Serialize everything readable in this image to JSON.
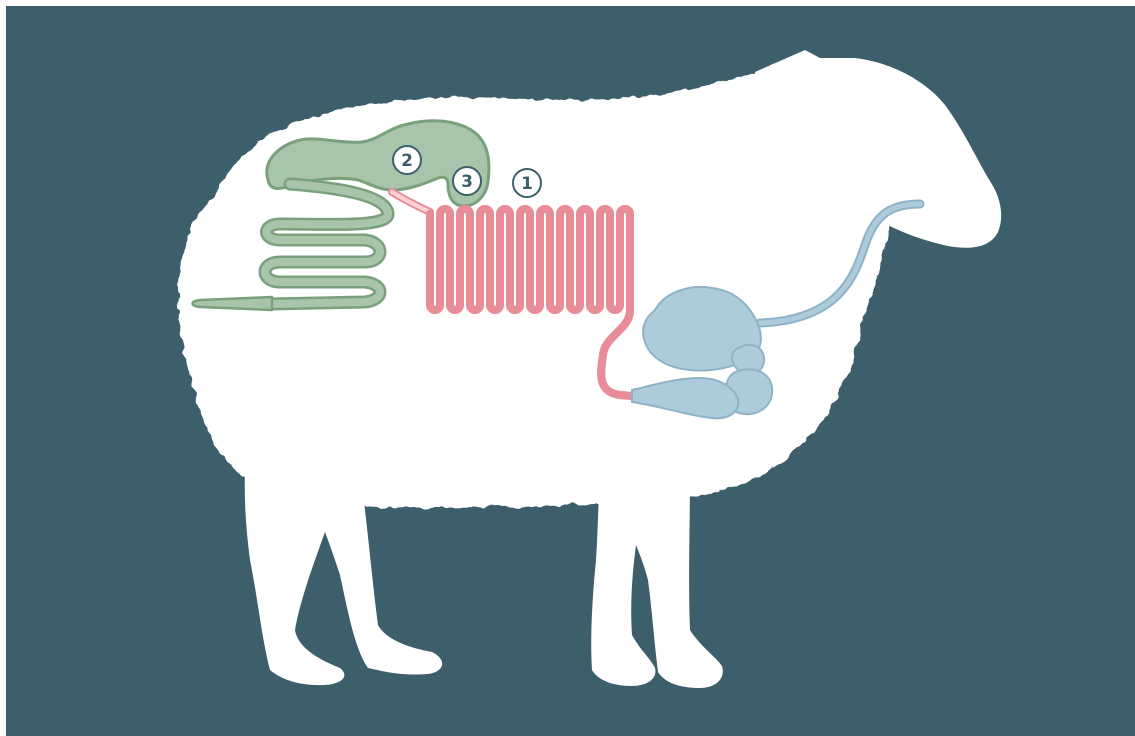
{
  "colors": {
    "background": "#3d5e6b",
    "silhouette": "#ffffff",
    "small_intestine_fill": "#ffd3d8",
    "small_intestine_stroke": "#e88d98",
    "large_intestine_fill": "#a8c4aa",
    "large_intestine_stroke": "#7aa07e",
    "stomach_fill": "#adccdb",
    "stomach_stroke": "#8fb3c6",
    "marker_stroke": "#3d5e6b"
  },
  "markers": {
    "m1": "1",
    "m2": "2",
    "m3": "3"
  }
}
